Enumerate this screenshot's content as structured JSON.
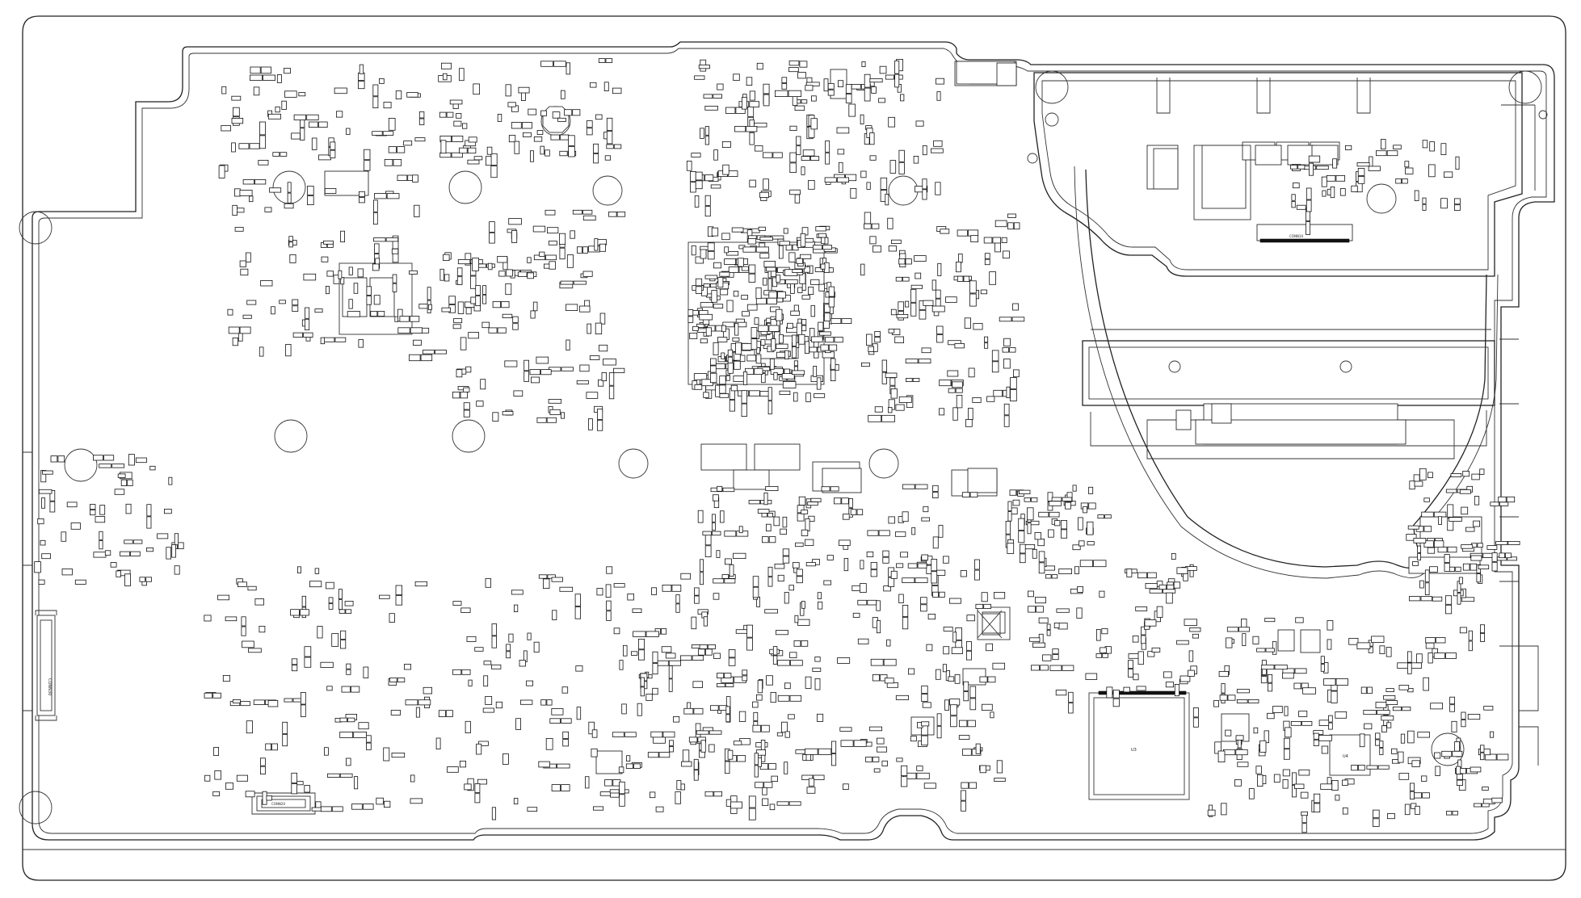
{
  "diagram": {
    "kind": "pcb-silkscreen-layout",
    "background": "#ffffff",
    "line_color": "#222222",
    "connector_labels": [
      "CONN30",
      "CONN20",
      "CONN10"
    ],
    "ic_labels": [
      "U3",
      "U4"
    ]
  }
}
